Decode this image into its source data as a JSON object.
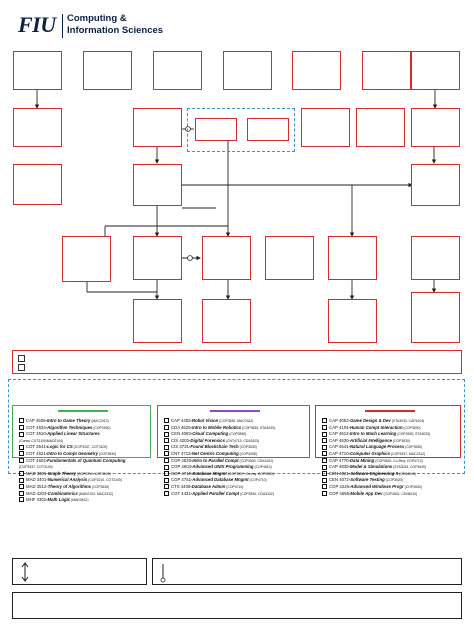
{
  "header": {
    "logo_text": "FIU",
    "dept_line1": "Computing &",
    "dept_line2": "Information Sciences"
  },
  "colors": {
    "box_border": "#d62b2b",
    "group_dash": "#3a8fd8",
    "col1": "#3fae55",
    "col2": "#8a4dbb",
    "col3": "#d62b2b",
    "navy": "#0b2046"
  },
  "electives": {
    "column1": [
      {
        "code": "CAP 4506",
        "name": "-Intro to Game Theory",
        "prereq": " (MAC2312)"
      },
      {
        "code": "COT 4534",
        "name": "-Algorithm Techniques",
        "prereq": " (COP3530)"
      },
      {
        "code": "COT 3510",
        "name": "-Applied Linear Structures",
        "prereq": ""
      },
      {
        "code": "",
        "name": "",
        "prereq": "(Coreq: COT3100/MAD2104)"
      },
      {
        "code": "COT 3541",
        "name": "-Logic for CS",
        "prereq": " (COP3337, COT3100)"
      },
      {
        "code": "COT 4521",
        "name": "-Intro to Compt Geometry",
        "prereq": " (COP3530)"
      },
      {
        "code": "COT 4601",
        "name": "-Fundamentals of Quantum Computing",
        "prereq": ""
      },
      {
        "code": "",
        "name": "",
        "prereq": "(COP3337, COT3100)"
      },
      {
        "code": "MAD 3301",
        "name": "-Graph Theory",
        "prereq": " (COP2210, COT3100)"
      },
      {
        "code": "MAD 3401",
        "name": "-Numerical Analysis",
        "prereq": " (COP2210, COT3100)"
      },
      {
        "code": "MAD 3512",
        "name": "-Theory of Algorithms",
        "prereq": " (COP3530)"
      },
      {
        "code": "MAD 4203",
        "name": "-Combinatorics",
        "prereq": " (MAD2104, MAC2312)"
      },
      {
        "code": "MHF 4302",
        "name": "-Math Logic",
        "prereq": " (MAD3512)"
      }
    ],
    "column2": [
      {
        "code": "CAP 4453",
        "name": "-Robot Vision",
        "prereq": " (COP3530, MAC2312)"
      },
      {
        "code": "CDA 4625",
        "name": "-Intro to Mobile Robotics",
        "prereq": " (COP3530, STA3033)"
      },
      {
        "code": "CEN 4083",
        "name": "-Cloud Computing",
        "prereq": " (COP3530)"
      },
      {
        "code": "CIS 4203",
        "name": "-Digital Forensics",
        "prereq": " (CNT4713, CDA3102)"
      },
      {
        "code": "CIS 4731",
        "name": "-Found Blockchain Tech",
        "prereq": " (COP3530)"
      },
      {
        "code": "CNT 4713",
        "name": "-Net Centric Computing",
        "prereq": " (COP4338)"
      },
      {
        "code": "COP 4520",
        "name": "-Intro to Parallel Compt",
        "prereq": " (COP3530, CDA3102)"
      },
      {
        "code": "COP 4604",
        "name": "-Advanced UNIX Programming",
        "prereq": " (COP4610)"
      },
      {
        "code": "COP 4710",
        "name": "-Database Mngmt",
        "prereq": " (COP3337, Co-req: COP3530)"
      },
      {
        "code": "COP 4751",
        "name": "-Advanced Database Mngmt",
        "prereq": " (COP4710)"
      },
      {
        "code": "CTS 4408",
        "name": "-Database Admin",
        "prereq": " (COP4710)"
      },
      {
        "code": "COT 4431",
        "name": "-Applied Parallel Compt",
        "prereq": " (COP3530, CDA3102)"
      }
    ],
    "column3": [
      {
        "code": "CAP 4052",
        "name": "-Game Design & Dev",
        "prereq": " (STA3033, CAP4104)"
      },
      {
        "code": "CAP 4104",
        "name": "-Human Compt Interaction",
        "prereq": " (COP3530)"
      },
      {
        "code": "CAP 4612",
        "name": "-Intro to Mach Learning",
        "prereq": " (COP3530, STA3033)"
      },
      {
        "code": "CAP 4630",
        "name": "-Artificial Intelligence",
        "prereq": " (COP3530)"
      },
      {
        "code": "CAP 4641",
        "name": "-Natural Language Process",
        "prereq": " (COP3530)"
      },
      {
        "code": "CAP 4710",
        "name": "-Computer Graphics",
        "prereq": " (COP3337, MAC2312)"
      },
      {
        "code": "CAP 4770",
        "name": "-Data Mining",
        "prereq": " (COP3530, Co-Req: COP4710)"
      },
      {
        "code": "CAP 4830",
        "name": "-Model & Simulations",
        "prereq": " (STA3033, COP3530)"
      },
      {
        "code": "CEN 4021",
        "name": "-Software Engineering II",
        "prereq": " (CEN4010)"
      },
      {
        "code": "CEN 4072",
        "name": "-Software Testing",
        "prereq": " (COP3530)"
      },
      {
        "code": "COP 4226",
        "name": "-Advanced Windows Progr",
        "prereq": " (COP3530)"
      },
      {
        "code": "COP 4655",
        "name": "-Mobile App Dev",
        "prereq": " (COP4501, CEN4010)"
      }
    ]
  }
}
